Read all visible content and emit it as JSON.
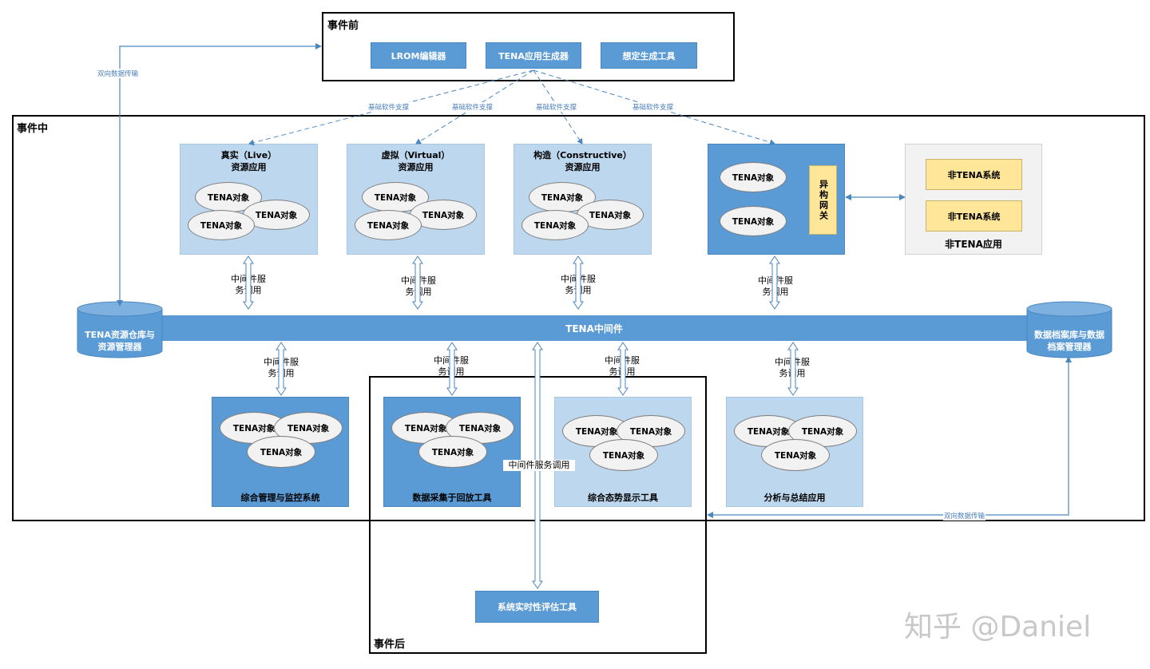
{
  "pre_event": {
    "title": "事件前",
    "tools": [
      "LROM编辑器",
      "TENA应用生成器",
      "想定生成工具"
    ]
  },
  "in_event": {
    "title": "事件中",
    "support_label": "基础软件支撑",
    "top_apps": [
      {
        "line1": "真实（Live）",
        "line2": "资源应用"
      },
      {
        "line1": "虚拟（Virtual）",
        "line2": "资源应用"
      },
      {
        "line1": "构造（Constructive）",
        "line2": "资源应用"
      }
    ],
    "object_label": "TENA对象",
    "gateway_label": "异构网关",
    "non_tena_system": "非TENA系统",
    "non_tena_app": "非TENA应用",
    "middleware_call": "中间件服务调用",
    "middleware_call_l1": "中间件服",
    "middleware_call_l2": "务调用",
    "bus_label": "TENA中间件",
    "repo_left": {
      "line1": "TENA资源仓库与",
      "line2": "资源管理器"
    },
    "repo_right": {
      "line1": "数据档案库与数据",
      "line2": "档案管理器"
    },
    "bottom_apps": [
      "综合管理与监控系统",
      "数据采集于回放工具",
      "综合态势显示工具",
      "分析与总结应用"
    ],
    "bidirectional": "双向数据传输"
  },
  "post_event": {
    "title": "事件后",
    "tool": "系统实时性评估工具"
  },
  "watermark": "知乎 @Daniel",
  "colors": {
    "dark_blue": "#5b9bd5",
    "light_blue": "#bdd7ee",
    "yellow": "#ffe699",
    "gray_panel": "#f2f2f2"
  }
}
